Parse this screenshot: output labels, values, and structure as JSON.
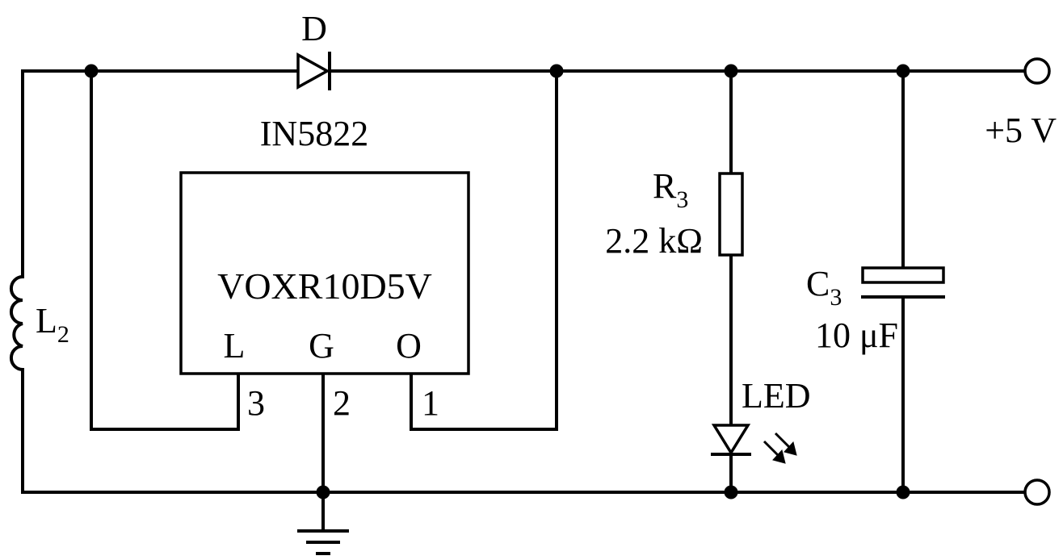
{
  "diode": {
    "ref": "D",
    "part": "IN5822"
  },
  "chip": {
    "name": "VOXR10D5V",
    "pins": [
      {
        "name": "L",
        "number": "3"
      },
      {
        "name": "G",
        "number": "2"
      },
      {
        "name": "O",
        "number": "1"
      }
    ]
  },
  "resistor": {
    "ref": "R",
    "ref_sub": "3",
    "value": "2.2 kΩ"
  },
  "capacitor": {
    "ref": "C",
    "ref_sub": "3",
    "value": "10 μF"
  },
  "inductor": {
    "ref": "L",
    "ref_sub": "2"
  },
  "led": {
    "ref": "LED"
  },
  "output": {
    "voltage": "+5 V"
  },
  "colors": {
    "line": "#000000",
    "background": "#ffffff"
  },
  "icons": [
    "diode-symbol",
    "inductor-symbol",
    "resistor-symbol",
    "capacitor-symbol",
    "led-symbol",
    "ground-icon",
    "terminal-icon"
  ]
}
